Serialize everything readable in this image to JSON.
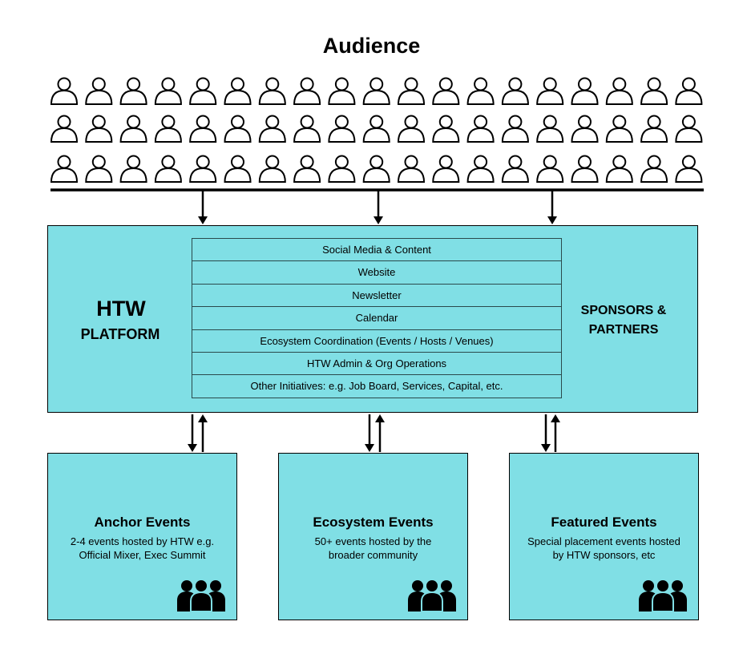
{
  "audience": {
    "title": "Audience",
    "rows": 3,
    "per_row": 19,
    "icon": "person-outline-icon"
  },
  "platform": {
    "title": "HTW",
    "subtitle": "PLATFORM",
    "sponsors_line1": "SPONSORS &",
    "sponsors_line2": "PARTNERS",
    "services": [
      "Social Media & Content",
      "Website",
      "Newsletter",
      "Calendar",
      "Ecosystem Coordination (Events / Hosts / Venues)",
      "HTW Admin & Org Operations",
      "Other Initiatives: e.g. Job Board, Services, Capital, etc."
    ]
  },
  "events": [
    {
      "title": "Anchor Events",
      "desc1": "2-4 events hosted by HTW e.g.",
      "desc2": "Official Mixer, Exec Summit"
    },
    {
      "title": "Ecosystem Events",
      "desc1": "50+ events hosted by the",
      "desc2": "broader community"
    },
    {
      "title": "Featured Events",
      "desc1": "Special placement events hosted",
      "desc2": "by HTW sponsors, etc"
    }
  ],
  "colors": {
    "box_fill": "#80dfe5",
    "line": "#000000"
  }
}
